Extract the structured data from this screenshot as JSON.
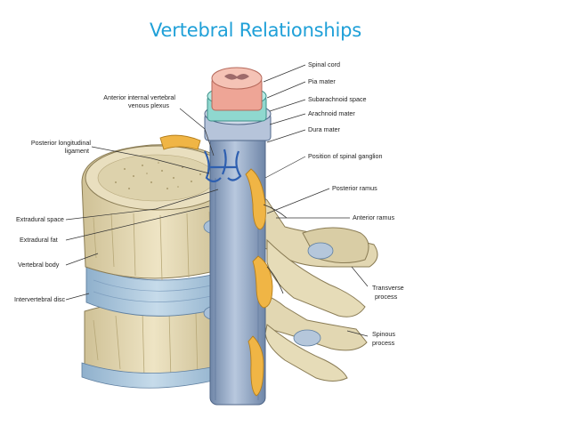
{
  "slide": {
    "title": "Vertebral Relationships"
  },
  "labels": {
    "spinal_cord": "Spinal cord",
    "pia_mater": "Pia mater",
    "subarachnoid_space": "Subarachnoid space",
    "arachnoid_mater": "Arachnoid mater",
    "dura_mater": "Dura mater",
    "spinal_ganglion_1": "Position of spinal ganglion",
    "posterior_ramus": "Posterior ramus",
    "anterior_ramus": "Anterior ramus",
    "transverse_process_1": "Transverse",
    "transverse_process_2": "process",
    "spinous_process_1": "Spinous",
    "spinous_process_2": "process",
    "venous_plexus_1": "Anterior internal vertebral",
    "venous_plexus_2": "venous plexus",
    "post_long_lig_1": "Posterior longitudinal",
    "post_long_lig_2": "ligament",
    "extradural_space": "Extradural space",
    "extradural_fat": "Extradural fat",
    "vertebral_body": "Vertebral body",
    "intervertebral_disc": "Intervertebral disc"
  },
  "colors": {
    "title": "#1fa0d8",
    "bone": "#e6dcb8",
    "bone_shade": "#cfc196",
    "disc": "#a9c6dc",
    "dura": "#8ea4c4",
    "cord": "#f0b5a8",
    "nerve": "#f0b545",
    "arachnoid": "#8fd8cf"
  }
}
